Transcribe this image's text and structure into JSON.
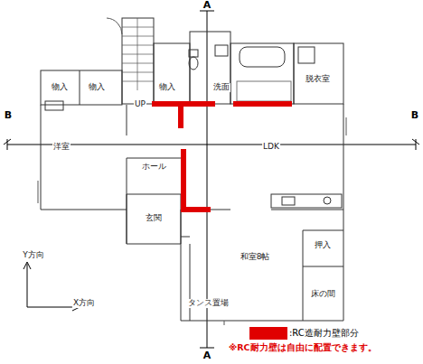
{
  "diagram": {
    "labels": [
      "A",
      "A",
      "B",
      "B",
      "物入",
      "物入",
      "物入",
      "UP",
      "洗面",
      "脱衣室",
      "洋室",
      "LDK",
      "ホール",
      "玄関",
      "和室8帖",
      "押入",
      "床の間",
      "タンス置場",
      "Y方向",
      "X方向",
      "※RC耐力壁は自由に配置できます。"
    ],
    "legend": [
      {
        "text": ":RC造耐力壁部分",
        "color": "#e00000"
      }
    ]
  }
}
